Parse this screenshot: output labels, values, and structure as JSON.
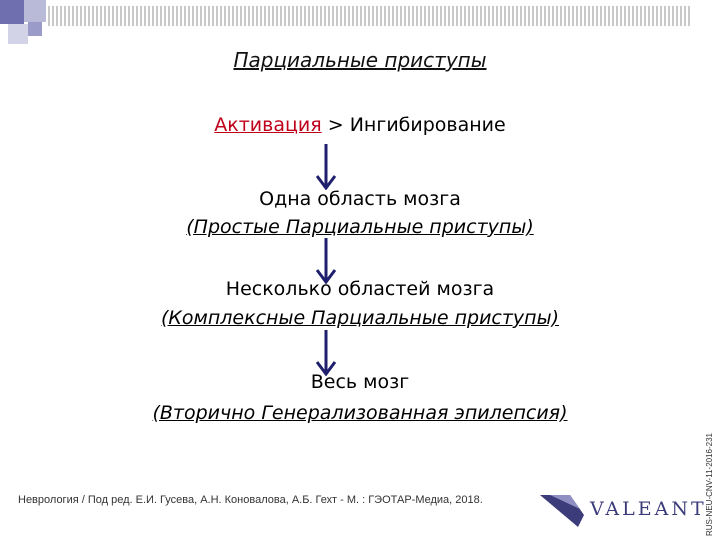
{
  "title": "Парциальные приступы",
  "headline": {
    "activation": "Активация",
    "operator": " > ",
    "inhibition": "Ингибирование"
  },
  "steps": [
    {
      "label": "Одна область мозга",
      "detail": "(Простые Парциальные приступы)"
    },
    {
      "label": "Несколько областей мозга",
      "detail": "(Комплексные Парциальные приступы)"
    },
    {
      "label": "Весь мозг",
      "detail": "(Вторично Генерализованная эпилепсия)"
    }
  ],
  "citation": "Неврология / Под ред. Е.И. Гусева, А.Н. Коновалова, А.Б. Гехт - М. : ГЭОТАР-Медиа, 2018.",
  "logo_text": "VALEANT",
  "doc_code": "RUS-NEU-CNV-11-2016-231",
  "colors": {
    "accent": "#c0001a",
    "arrow": "#1f1f6e",
    "brand": "#3c3c7a"
  }
}
